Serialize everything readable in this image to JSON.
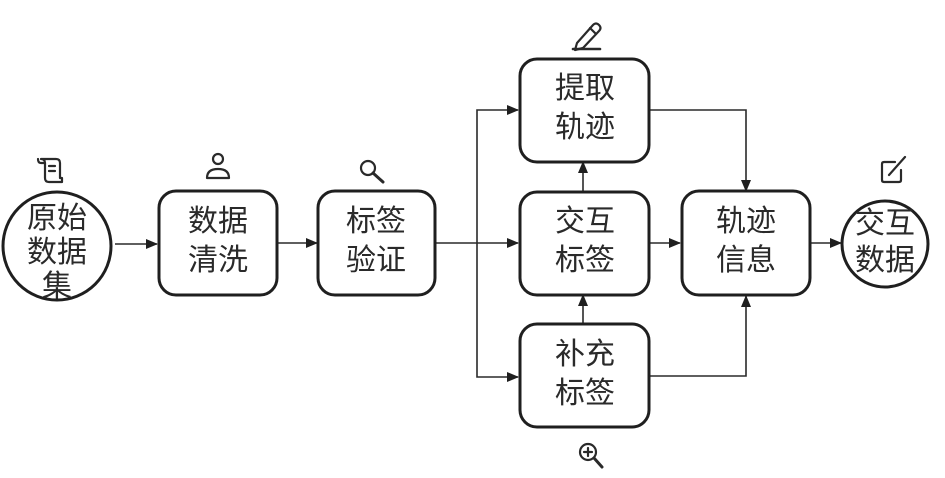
{
  "diagram": {
    "nodes": [
      {
        "id": "raw",
        "shape": "circle",
        "lines": [
          "原始",
          "数据",
          "集"
        ],
        "icon": "scroll-icon"
      },
      {
        "id": "clean",
        "shape": "rounded-rect",
        "lines": [
          "数据",
          "清洗"
        ],
        "icon": "user-icon"
      },
      {
        "id": "verify",
        "shape": "rounded-rect",
        "lines": [
          "标签",
          "验证"
        ],
        "icon": "search-icon"
      },
      {
        "id": "extract",
        "shape": "rounded-rect",
        "lines": [
          "提取",
          "轨迹"
        ],
        "icon": "pencil-icon"
      },
      {
        "id": "interact",
        "shape": "rounded-rect",
        "lines": [
          "交互",
          "标签"
        ],
        "icon": null
      },
      {
        "id": "supplement",
        "shape": "rounded-rect",
        "lines": [
          "补充",
          "标签"
        ],
        "icon": "zoom-in-icon"
      },
      {
        "id": "trajinfo",
        "shape": "rounded-rect",
        "lines": [
          "轨迹",
          "信息"
        ],
        "icon": null
      },
      {
        "id": "output",
        "shape": "circle",
        "lines": [
          "交互",
          "数据"
        ],
        "icon": "edit-icon"
      }
    ],
    "edges": [
      {
        "from": "raw",
        "to": "clean"
      },
      {
        "from": "clean",
        "to": "verify"
      },
      {
        "from": "verify",
        "to": "extract"
      },
      {
        "from": "verify",
        "to": "interact"
      },
      {
        "from": "verify",
        "to": "supplement"
      },
      {
        "from": "interact",
        "to": "extract"
      },
      {
        "from": "supplement",
        "to": "interact"
      },
      {
        "from": "extract",
        "to": "trajinfo"
      },
      {
        "from": "interact",
        "to": "trajinfo"
      },
      {
        "from": "supplement",
        "to": "trajinfo"
      },
      {
        "from": "trajinfo",
        "to": "output"
      }
    ],
    "colors": {
      "stroke": "#1f1f1f",
      "text": "#2a2a2a",
      "background": "#ffffff"
    }
  }
}
